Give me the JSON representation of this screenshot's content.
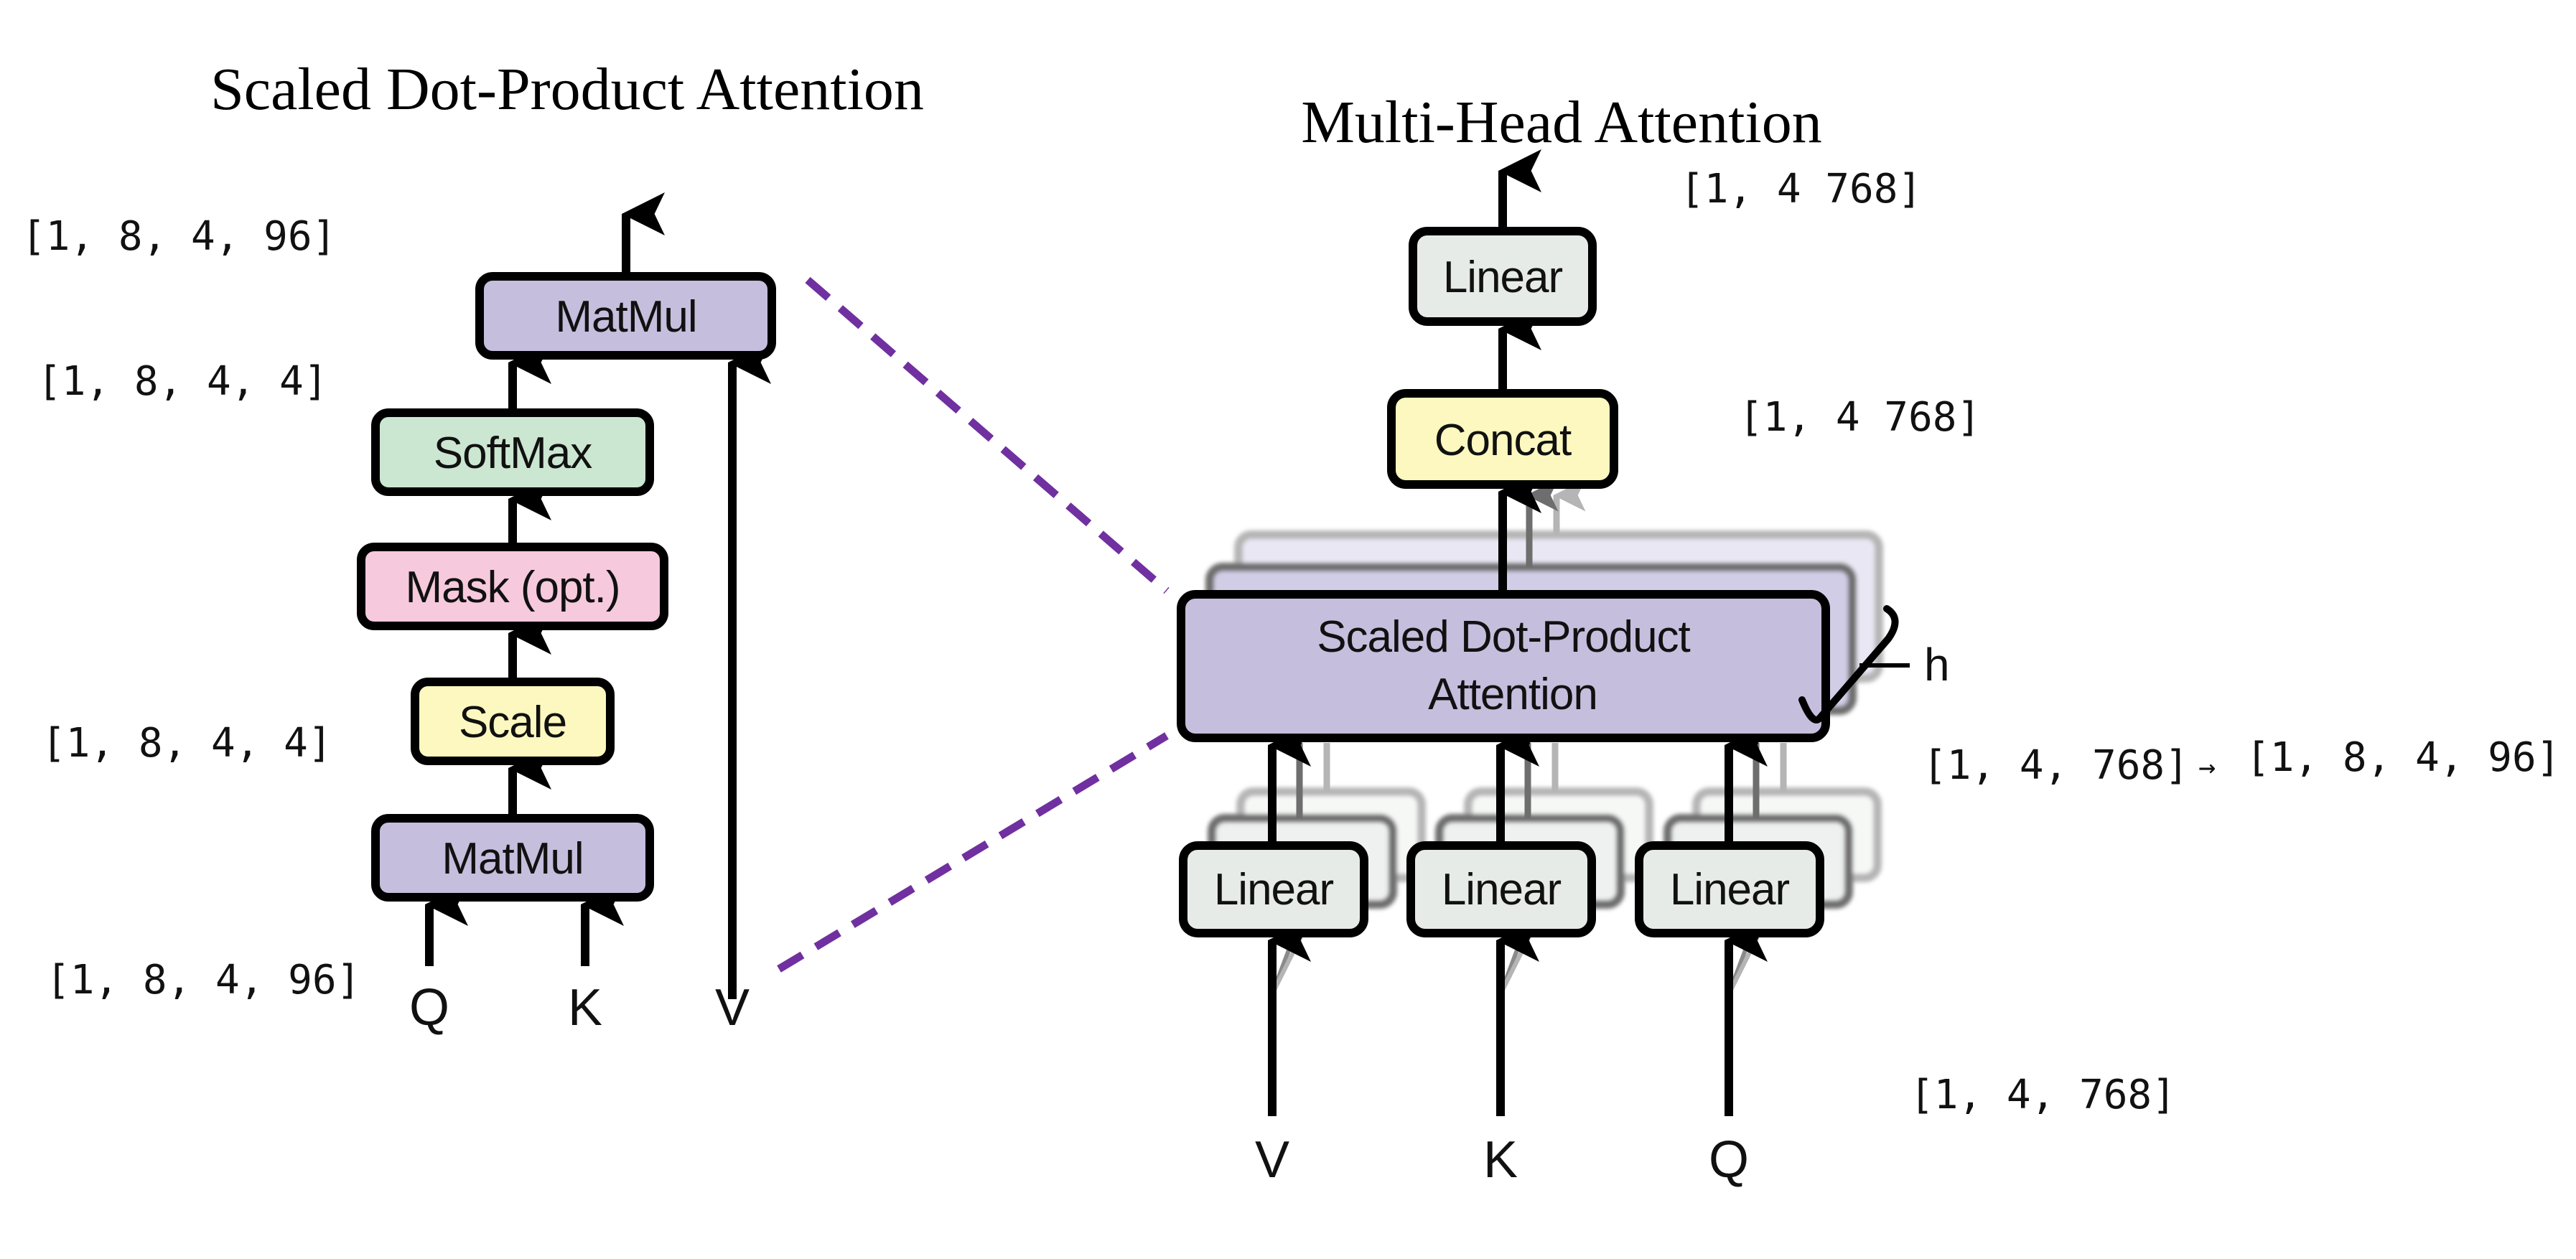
{
  "colors": {
    "matmul": "#c5bedd",
    "softmax": "#cbe6d1",
    "mask": "#f6c9dd",
    "scale": "#fcf8bf",
    "linear": "#e7ebe8",
    "concat": "#fcf8bf",
    "sdpa": "#c5bedd",
    "sdpa_ghost1": "#d2cde6",
    "sdpa_ghost2": "#e9e7f3",
    "linear_ghost1": "#eef1ef",
    "linear_ghost2": "#f6f8f6",
    "connector": "#7030a0"
  },
  "left": {
    "title": "Scaled Dot-Product Attention",
    "boxes": {
      "matmul_top": "MatMul",
      "softmax": "SoftMax",
      "mask": "Mask (opt.)",
      "scale": "Scale",
      "matmul_bottom": "MatMul"
    },
    "inputs": {
      "q": "Q",
      "k": "K",
      "v": "V"
    },
    "shapes": {
      "output": "[1, 8, 4, 96]",
      "softmax_out": "[1, 8, 4, 4]",
      "scale_level": "[1, 8, 4, 4]",
      "inputs": "[1, 8, 4, 96]"
    }
  },
  "right": {
    "title": "Multi-Head Attention",
    "boxes": {
      "linear_out": "Linear",
      "concat": "Concat",
      "sdpa_line1": "Scaled Dot-Product",
      "sdpa_line2": "Attention",
      "linear_v": "Linear",
      "linear_k": "Linear",
      "linear_q": "Linear"
    },
    "heads_label": "h",
    "inputs": {
      "v": "V",
      "k": "K",
      "q": "Q"
    },
    "shapes": {
      "output": "[1, 4 768]",
      "concat_out": "[1, 4 768]",
      "reshape_from": "[1, 4, 768]",
      "reshape_arrow": "→",
      "reshape_to": "[1, 8, 4, 96]",
      "inputs": "[1, 4, 768]"
    }
  }
}
